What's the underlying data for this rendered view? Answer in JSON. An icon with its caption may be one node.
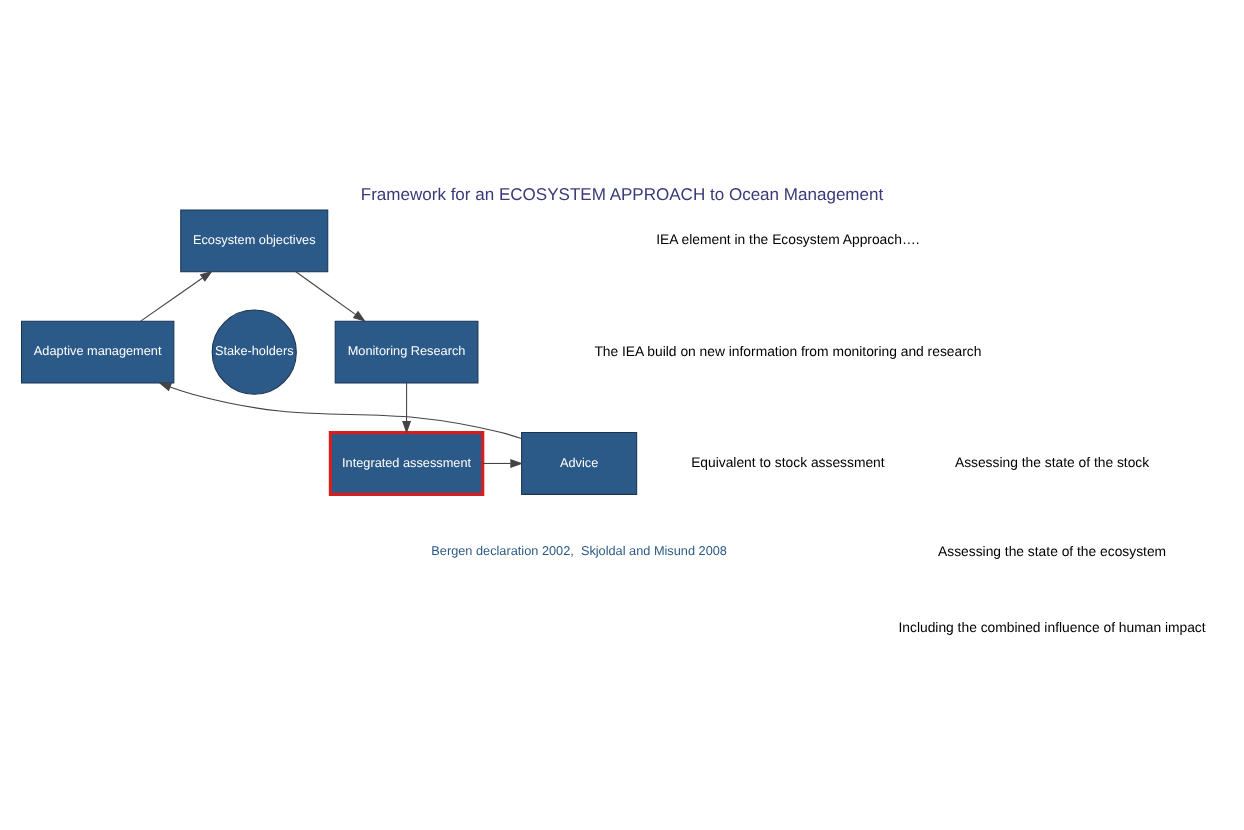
{
  "diagram": {
    "title": "Framework for an ECOSYSTEM APPROACH to Ocean Management",
    "caption": "Bergen declaration 2002,  Skjoldal and Misund 2008",
    "nodes": [
      {
        "text": [
          "Ecosystem objectives"
        ]
      },
      {
        "text": [
          "Adaptive management"
        ]
      },
      {
        "text": [
          "Stake-holders"
        ]
      },
      {
        "text": [
          "Monitoring Research"
        ]
      },
      {
        "text": [
          "Advice"
        ]
      },
      {
        "text": [
          "Integrated assessment"
        ]
      }
    ],
    "edges": [
      {
        "from": 0,
        "to": 3,
        "arrow": "to"
      },
      {
        "from": 3,
        "to": 5,
        "arrow": "to"
      },
      {
        "from": 5,
        "to": 4,
        "arrow": "to"
      },
      {
        "from": 4,
        "to": 1,
        "arrow": "to"
      },
      {
        "from": 1,
        "to": 0,
        "arrow": "to"
      }
    ],
    "labels": [
      "IEA element in the Ecosystem Approach….",
      "The IEA build on new information from monitoring and research",
      "Equivalent to stock assessment",
      "Assessing the state of the stock",
      "Assessing the state of the ecosystem",
      "Including the combined influence of human impact"
    ]
  }
}
